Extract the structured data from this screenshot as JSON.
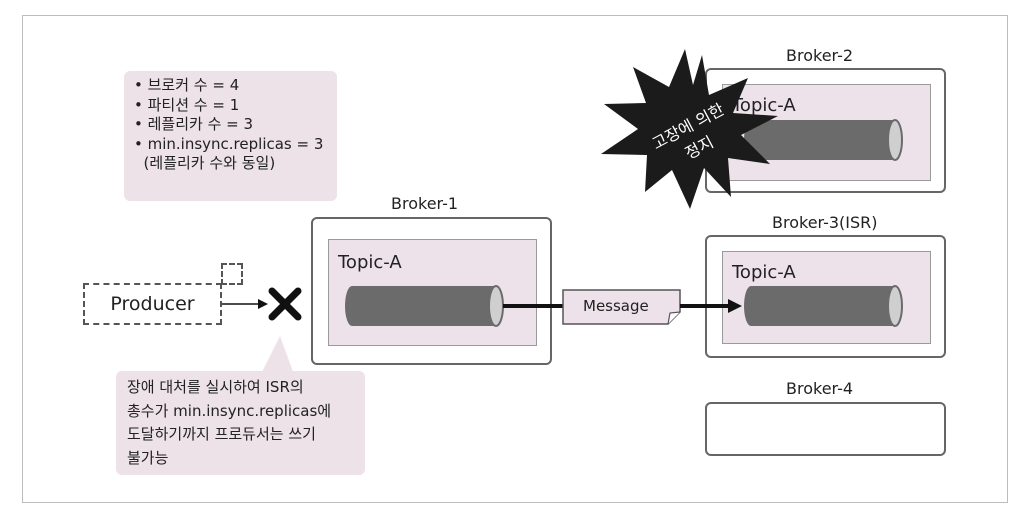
{
  "info_note": {
    "lines": [
      "• 브로커 수 = 4",
      "• 파티션 수 = 1",
      "• 레플리카 수 = 3",
      "• min.insync.replicas = 3",
      "  (레플리카 수와 동일)"
    ]
  },
  "warning_note": {
    "lines": [
      "장애 대처를 실시하여 ISR의",
      "총수가 min.insync.replicas에",
      "도달하기까지 프로듀서는 쓰기",
      "불가능"
    ]
  },
  "producer": {
    "label": "Producer"
  },
  "message": {
    "label": "Message"
  },
  "failure_burst": {
    "line1": "고장에 의한",
    "line2": "정지"
  },
  "brokers": [
    {
      "name": "Broker-1",
      "topic": "Topic-A"
    },
    {
      "name": "Broker-2",
      "topic": "Topic-A"
    },
    {
      "name": "Broker-3(ISR)",
      "topic": "Topic-A"
    },
    {
      "name": "Broker-4"
    }
  ],
  "colors": {
    "note_background": "#ece2e7",
    "topic_background": "#ede2e9",
    "burst": "#1b1b1b",
    "cylinder": "#6b6b6b"
  }
}
